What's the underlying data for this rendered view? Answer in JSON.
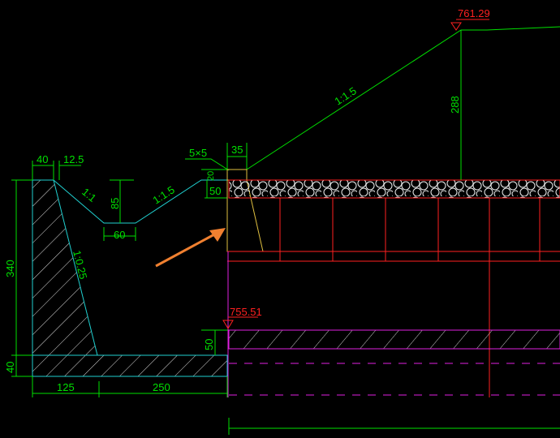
{
  "dimensions": {
    "wall_top_width": "40",
    "wall_offset": "12.5",
    "wall_height": "340",
    "base_thickness": "40",
    "base_left": "125",
    "base_right": "250",
    "ditch_depth": "85",
    "ditch_bottom": "60",
    "chamfer": "5×5",
    "curb_width": "35",
    "curb_height": "20",
    "layer_thickness": "50",
    "slope_height": "288",
    "lower_layer": "50"
  },
  "slopes": {
    "ditch_left": "1:1",
    "ditch_right": "1:1.5",
    "wall_batter": "1:0.25",
    "embankment": "1:1.5"
  },
  "elevations": {
    "top": "761.29",
    "bottom": "755.51"
  },
  "colors": {
    "dimension": "#00e000",
    "structure": "#20d0d0",
    "elevation": "#ff2020",
    "pipe": "#e020e0",
    "curb": "#e0c040",
    "arrow": "#f08030"
  }
}
